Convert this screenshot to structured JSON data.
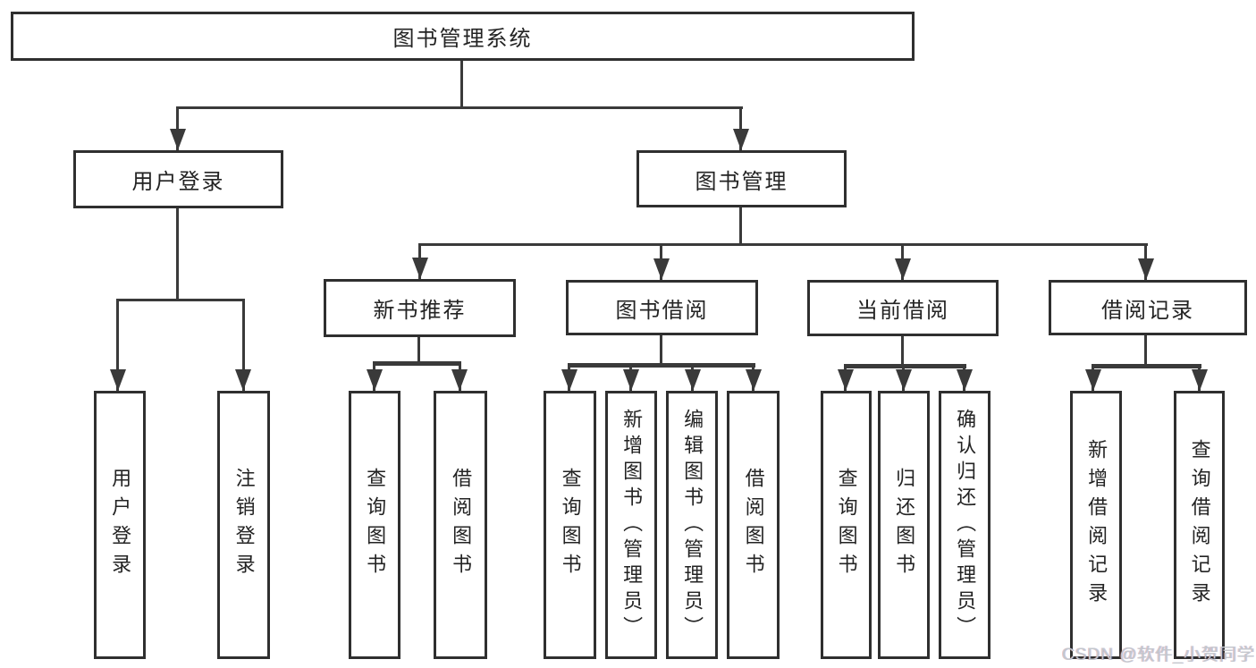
{
  "nodes": {
    "root": "图书管理系统",
    "level2": [
      "用户登录",
      "图书管理"
    ],
    "level3": [
      "新书推荐",
      "图书借阅",
      "当前借阅",
      "借阅记录"
    ],
    "leaves": [
      "用户登录",
      "注销登录",
      "查询图书",
      "借阅图书",
      "查询图书",
      "新增图书（管理员）",
      "编辑图书（管理员）",
      "借阅图书",
      "查询图书",
      "归还图书",
      "确认归还（管理员）",
      "新增借阅记录",
      "查询借阅记录"
    ]
  },
  "watermark": "CSDN @软件_小贺同学",
  "colors": {
    "line": "#3a3a3a",
    "box_border": "#2f2f2f",
    "text": "#232323",
    "watermark": "#c3c7cd",
    "background": "#ffffff"
  }
}
